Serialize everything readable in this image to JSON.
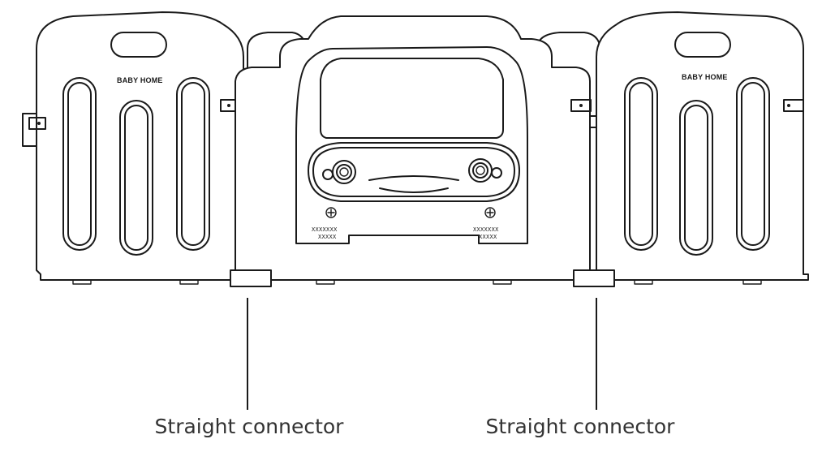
{
  "panels": {
    "left_brand": "BABY HOME",
    "right_brand": "BABY HOME",
    "left_code_line1": "XXXXXXX",
    "left_code_line2": "XXXXX",
    "right_code_line1": "XXXXXXX",
    "right_code_line2": "XXXXX"
  },
  "callouts": [
    {
      "label": "Straight connector"
    },
    {
      "label": "Straight connector"
    }
  ]
}
